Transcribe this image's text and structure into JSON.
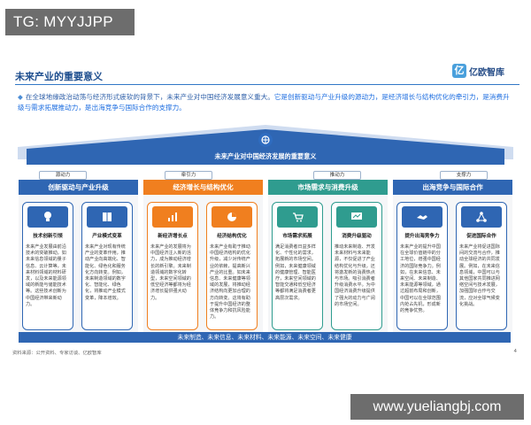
{
  "watermark_tag": "TG: MYYJJPP",
  "title": "未来产业的重要意义",
  "logo": {
    "text": "亿欧智库",
    "mark": "亿",
    "color": "#4aa0dc"
  },
  "intro": {
    "plain": "在全球地缘政治动荡与经济形式疲软的背景下，未来产业对中国经济发展意义重大。",
    "highlight": "它是创新驱动与产业升级的源动力，是经济增长与结构优化的牵引力，是消费升级与需求拓展推动力，是出海竞争与国际合作的支撑力。"
  },
  "roof_title": "未来产业对中国经济发展的重要意义",
  "pills": [
    "源动力",
    "牵引力",
    "推动力",
    "支撑力"
  ],
  "columns": [
    {
      "heading": "创新驱动与产业升级",
      "color": "#2f66b3",
      "cards": [
        {
          "icon": "bulb-icon",
          "title": "技术创新引领",
          "text": "未来产业发展由前沿技术的突破推动，如未来信息领域的量子信息、云计算等，未来材料领域的材料研发，以及未来能源领域的新能与储能技术等。这些技术创新为中国经济带来新动力。"
        },
        {
          "icon": "book-icon",
          "title": "产业模式变革",
          "text": "未来产业对现有传统产业的变革作用，推动产业向高端化、智能化、绿色化和服务化方向转变。例如，未来制造领域的数字化、智能化、绿色化，将推动产业模式变革，降本增效。"
        }
      ]
    },
    {
      "heading": "经济增长与结构优化",
      "color": "#f07f1f",
      "cards": [
        {
          "icon": "chart-icon",
          "title": "新经济增长点",
          "text": "未来产业的发展将为中国经济注入新的活力，成为推动经济增长的新引擎。未来制造领域的数字化转型，未来空间领域的低空经济等都将为经济增长提供强大动力。"
        },
        {
          "icon": "pie-icon",
          "title": "经济结构优化",
          "text": "未来产业有助于推动中国经济结构的优化升级，减少对传统产业的依赖，提高新兴产业的比重。如未来信息、未来健康等领域的发展，将推动经济结构向更加合理的方向转变。这将有助于提升中国经济的整体竞争力和抗风险能力。"
        }
      ]
    },
    {
      "heading": "市场需求与消费升级",
      "color": "#2f9c8f",
      "cards": [
        {
          "icon": "cart-icon",
          "title": "市场需求拓展",
          "text": "满足消费者日益多样化、个性化的需求，拓展新的市场空间。例如，未来健康领域的健康管理、智能医疗，未来空间领域的智能交通和低空经济等都将满足消费者更高层次需求。"
        },
        {
          "icon": "presentation-icon",
          "title": "消费升级驱动",
          "text": "推动未来制造、开发未来材料与未来能源，不仅促进了产业结构优化与升级，还将激发新的消费热点与市场。吸引消费者升级消费水平。为中国经济消费升级提供了强大的动力与广阔的市场空间。"
        }
      ]
    },
    {
      "heading": "出海竞争与国际合作",
      "color": "#2f66b3",
      "cards": [
        {
          "icon": "handshake-icon",
          "title": "提升出海竞争力",
          "text": "未来产业的提升中国在全球价值链中的分工地位，增强中国经济的国际竞争力。例如，在未来信息、未来空间、未来制造、未来能源等领域，通过超前布局和创新，中国可以在全球范围内抢占先机，形成新的竞争优势。"
        },
        {
          "icon": "network-icon",
          "title": "促进国际合作",
          "text": "未来产业将促进国际间的交流与合作，推动全球经济的共同发展。例如，在未来信息领域，中国可以与其他国家共同推进网络空间与技术发展，加强国际合作与交流，应对全球气候变化挑战。"
        }
      ]
    }
  ],
  "footer_band": "未来制造、未来信息、未来材料、未来能源、未来空间、未来健康",
  "source": "资料来源：公开资料、专家访谈、亿欧智库",
  "page_number": "4",
  "site_watermark": "www.yueliangbj.com"
}
